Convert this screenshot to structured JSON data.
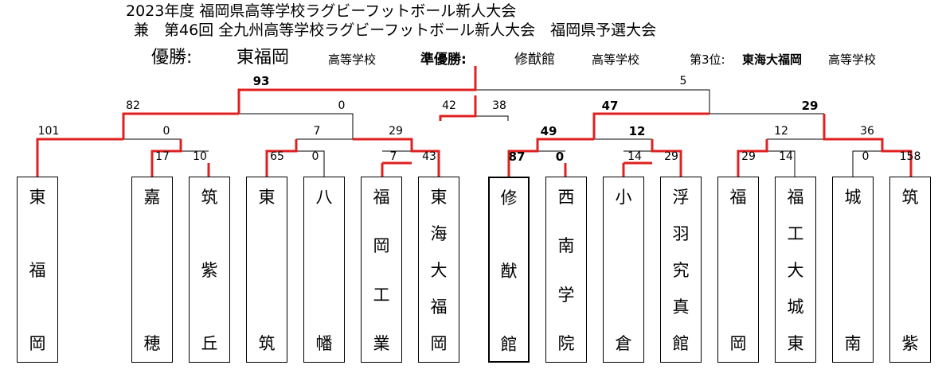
{
  "header": {
    "title_line1": "2023年度 福岡県高等学校ラグビーフットボール新人大会",
    "title_line2": "兼　第46回 全九州高等学校ラグビーフットボール新人大会　福岡県予選大会",
    "champion_label": "優勝:",
    "champion_name": "東福岡",
    "champion_suffix": "高等学校",
    "runnerup_label": "準優勝:",
    "runnerup_name": "修猷館",
    "runnerup_suffix": "高等学校",
    "third_label": "第3位:",
    "third_name": "東海大福岡",
    "third_suffix": "高等学校"
  },
  "teams": [
    {
      "name": "東福岡",
      "chars": [
        "東",
        "福",
        "岡"
      ],
      "winner": false
    },
    {
      "name": "嘉穂",
      "chars": [
        "嘉",
        "穂"
      ],
      "winner": false
    },
    {
      "name": "筑紫丘",
      "chars": [
        "筑",
        "紫",
        "丘"
      ],
      "winner": false
    },
    {
      "name": "東筑",
      "chars": [
        "東",
        "筑"
      ],
      "winner": false
    },
    {
      "name": "八幡",
      "chars": [
        "八",
        "幡"
      ],
      "winner": false
    },
    {
      "name": "福岡工業",
      "chars": [
        "福",
        "岡",
        "工",
        "業"
      ],
      "winner": false
    },
    {
      "name": "東海大福岡",
      "chars": [
        "東",
        "海",
        "大",
        "福",
        "岡"
      ],
      "winner": false
    },
    {
      "name": "修猷館",
      "chars": [
        "修",
        "猷",
        "館"
      ],
      "winner": true
    },
    {
      "name": "西南学院",
      "chars": [
        "西",
        "南",
        "学",
        "院"
      ],
      "winner": false
    },
    {
      "name": "小倉",
      "chars": [
        "小",
        "倉"
      ],
      "winner": false
    },
    {
      "name": "浮羽究真館",
      "chars": [
        "浮",
        "羽",
        "究",
        "真",
        "館"
      ],
      "winner": false
    },
    {
      "name": "福岡",
      "chars": [
        "福",
        "岡"
      ],
      "winner": false
    },
    {
      "name": "福工大城東",
      "chars": [
        "福",
        "工",
        "大",
        "城",
        "東"
      ],
      "winner": false
    },
    {
      "name": "城南",
      "chars": [
        "城",
        "南"
      ],
      "winner": false
    },
    {
      "name": "筑紫",
      "chars": [
        "筑",
        "紫"
      ],
      "winner": false
    }
  ],
  "scores": {
    "final_left": "93",
    "final_right": "5",
    "third_left": "42",
    "third_right": "38",
    "sf1_left": "82",
    "sf1_right": "0",
    "sf2_left": "47",
    "sf2_right": "29",
    "qf1_left": "101",
    "qf1_right": "0",
    "qf2_left": "7",
    "qf2_right": "29",
    "qf3_left": "49",
    "qf3_right": "12",
    "qf4_left": "12",
    "qf4_right": "36",
    "r1_kaho": "17",
    "r1_chikushigaoka": "10",
    "r1_higashichiku": "65",
    "r1_yahata": "0",
    "r1_fukukou": "7",
    "r1_tokai": "43",
    "r1_shuyukan": "87",
    "r1_seinan": "0",
    "r1_kokura": "14",
    "r1_ukiha": "29",
    "r1_fukuoka": "29",
    "r1_joto": "14",
    "r1_jonan": "0",
    "r1_chikushi": "158"
  },
  "colors": {
    "win_line": "#e02020",
    "line": "#000000"
  }
}
